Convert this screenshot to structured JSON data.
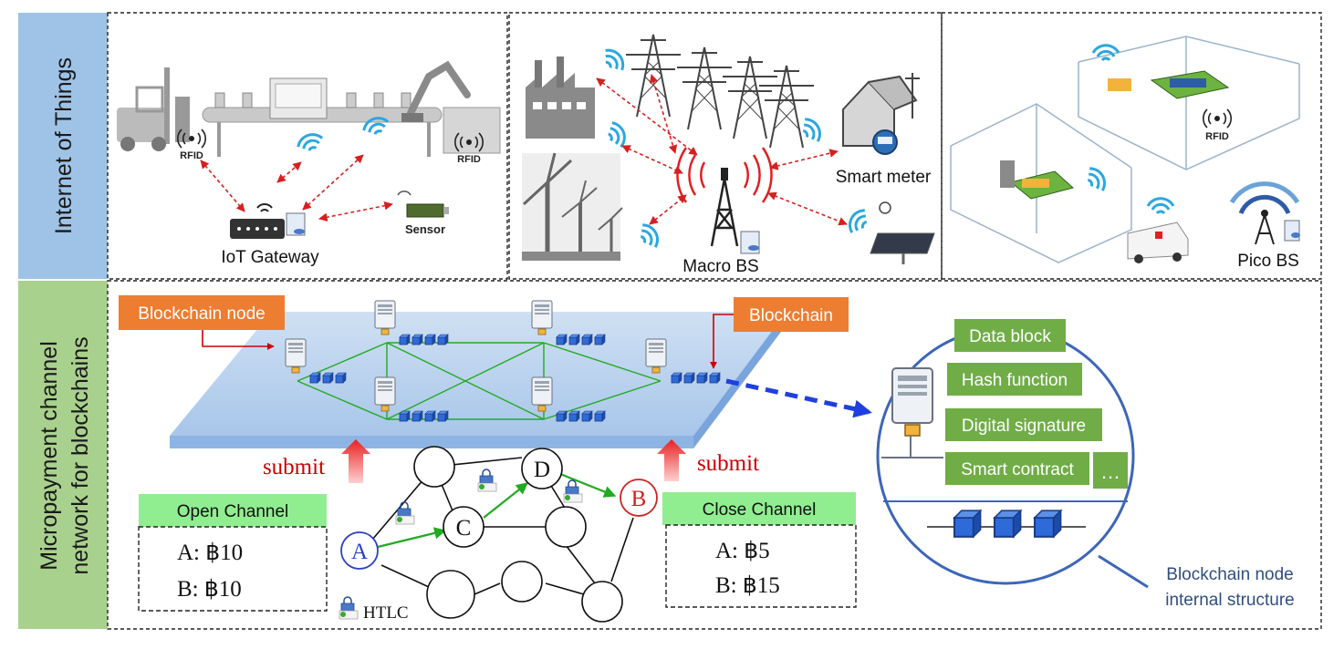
{
  "sidebar": {
    "top": [
      "Internet of Things"
    ],
    "bottom": [
      "Micropayment channel",
      "network for blockchains"
    ]
  },
  "iot": {
    "rfid_left": "RFID",
    "rfid_right": "RFID",
    "gateway": "IoT Gateway",
    "sensor": "Sensor",
    "smart_meter": "Smart meter",
    "macro_bs": "Macro BS",
    "rfid_hospital": "RFID",
    "pico_bs": "Pico BS"
  },
  "blockchain": {
    "node_callout": "Blockchain node",
    "chain_callout": "Blockchain",
    "submit_left": "submit",
    "submit_right": "submit",
    "open_channel": {
      "title": "Open Channel",
      "line1": "A: ฿10",
      "line2": "B: ฿10"
    },
    "close_channel": {
      "title": "Close Channel",
      "line1": "A: ฿5",
      "line2": "B: ฿15"
    },
    "graph_nodes": {
      "a": "A",
      "b": "B",
      "c": "C",
      "d": "D"
    },
    "htlc": "HTLC",
    "internal": {
      "items": [
        "Data block",
        "Hash function",
        "Digital signature",
        "Smart contract",
        "…"
      ],
      "caption_line1": "Blockchain node",
      "caption_line2": "internal structure"
    }
  },
  "colors": {
    "sidebar_top": "#9ec3e6",
    "sidebar_bottom": "#a9d18e",
    "callout_orange": "#ed7d31",
    "green_box": "#70ad47",
    "channel_label": "#90ee90",
    "circle_blue": "#4472c4",
    "block_blue": "#2f5597",
    "link_green": "#22aa22",
    "arrow_red": "#e02020"
  }
}
